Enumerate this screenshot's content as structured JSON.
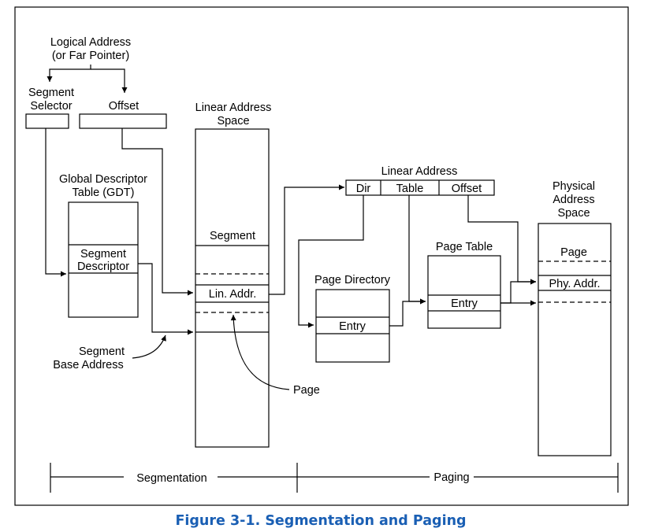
{
  "diagram": {
    "logical_address_line1": "Logical Address",
    "logical_address_line2": "(or Far Pointer)",
    "segment_selector_line1": "Segment",
    "segment_selector_line2": "Selector",
    "offset": "Offset",
    "gdt_line1": "Global Descriptor",
    "gdt_line2": "Table (GDT)",
    "segment_descriptor_line1": "Segment",
    "segment_descriptor_line2": "Descriptor",
    "linear_address_space_line1": "Linear Address",
    "linear_address_space_line2": "Space",
    "segment": "Segment",
    "lin_addr": "Lin. Addr.",
    "segment_base_line1": "Segment",
    "segment_base_line2": "Base Address",
    "page": "Page",
    "linear_address": "Linear Address",
    "dir": "Dir",
    "table": "Table",
    "la_offset": "Offset",
    "page_directory": "Page Directory",
    "pd_entry": "Entry",
    "page_table": "Page Table",
    "pt_entry": "Entry",
    "physical_line1": "Physical",
    "physical_line2": "Address",
    "physical_line3": "Space",
    "phys_page": "Page",
    "phy_addr": "Phy. Addr.",
    "segmentation": "Segmentation",
    "paging": "Paging"
  },
  "caption": "Figure 3-1.  Segmentation and Paging",
  "colors": {
    "caption": "#1a5fb4",
    "lines": "#000000"
  }
}
